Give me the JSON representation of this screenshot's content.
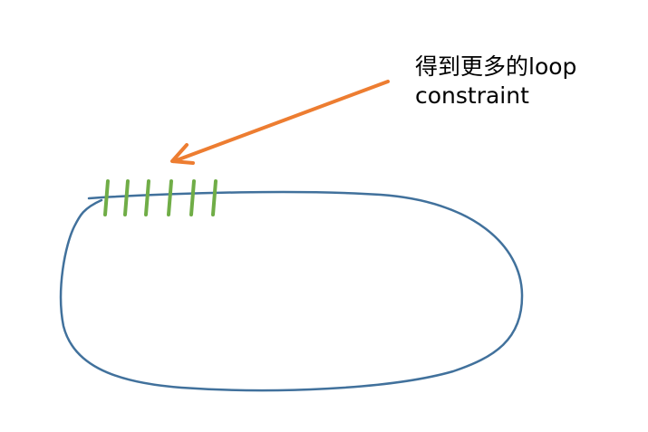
{
  "annotation": {
    "line1": "得到更多的loop",
    "line2": "constraint"
  },
  "colors": {
    "trajectory": "#41719C",
    "arrow": "#ED7D31",
    "ticks": "#70AD47",
    "text": "#000000"
  },
  "ticks": {
    "count": 6
  }
}
